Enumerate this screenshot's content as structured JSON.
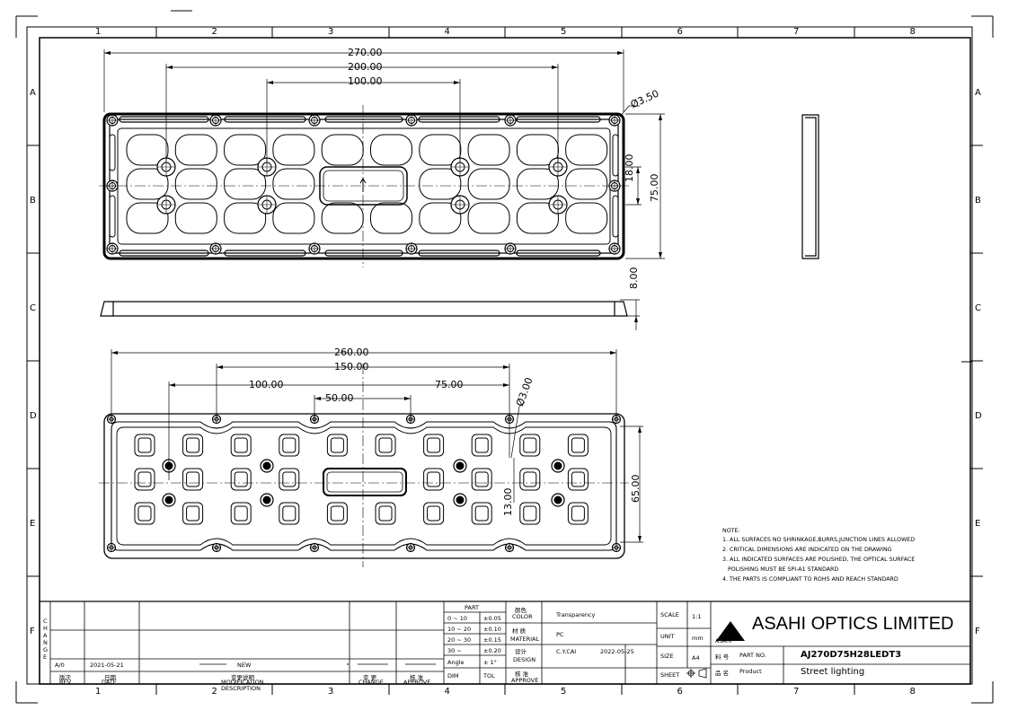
{
  "grid": {
    "columns": [
      "1",
      "2",
      "3",
      "4",
      "5",
      "6",
      "7",
      "8"
    ],
    "rows": [
      "A",
      "B",
      "C",
      "D",
      "E",
      "F"
    ]
  },
  "top_view": {
    "dims": {
      "overall_width": "270.00",
      "pitch_200": "200.00",
      "pitch_100": "100.00",
      "hole_dia": "Ø3.50",
      "pitch_18": "18.00",
      "height": "75.00",
      "thickness": "8.00"
    }
  },
  "bottom_view": {
    "dims": {
      "overall_width": "260.00",
      "pitch_150": "150.00",
      "pitch_100": "100.00",
      "pitch_50": "50.00",
      "pitch_75": "75.00",
      "hole_dia": "Ø3.00",
      "pitch_13": "13.00",
      "height": "65.00"
    }
  },
  "notes": {
    "heading": "NOTE:",
    "items": [
      "1. ALL SURFACES NO SHRINKAGE,BURRS,JUNCTION LINES ALLOWED",
      "2. CRITICAL DIMENSIONS ARE INDICATED ON THE DRAWING",
      "3. ALL INDICATED SURFACES ARE POLISHED, THE OPTICAL SURFACE",
      "   POLISHING MUST BE SPI-A1 STANDARD",
      "4. THE PARTS IS COMPLIANT TO ROHS AND REACH STANDARD"
    ]
  },
  "title_block": {
    "change_label": "C H A N G E",
    "rev_row": {
      "rev": "A/0",
      "date": "2021-05-21",
      "modification": "NEW"
    },
    "rev_headers": {
      "rev_cn": "版次",
      "rev": "REV",
      "date_cn": "日期",
      "date": "DATE",
      "mod_cn": "变更说明",
      "mod": "MODIFICATION",
      "desc": "DESCRIPTION",
      "change_cn": "变 更",
      "change": "CHANGE",
      "approve_cn": "核 准",
      "approve": "APPROVE"
    },
    "tolerance": {
      "header": "PART",
      "rows": [
        {
          "range": "0 ~ 10",
          "tol": "±0.05"
        },
        {
          "range": "10 ~ 20",
          "tol": "±0.10"
        },
        {
          "range": "20 ~ 30",
          "tol": "±0.15"
        },
        {
          "range": "30 ~",
          "tol": "±0.20"
        },
        {
          "range": "Angle",
          "tol": "± 1°"
        },
        {
          "range": "DIM",
          "tol": "TOL"
        }
      ]
    },
    "color_cn": "颜色",
    "color_label": "COLOR",
    "color_value": "Transparency",
    "material_cn": "材 质",
    "material_label": "MATERIAL",
    "material_value": "PC",
    "design_cn": "设计",
    "design_label": "DESIGN",
    "designer": "C.Y.CAI",
    "design_date": "2022-05-25",
    "approve_cn": "核 准",
    "approve_label": "APPROVE",
    "scale_label": "SCALE",
    "scale_value": "1:1",
    "unit_label": "UNIT",
    "unit_value": "mm",
    "size_label": "SIZE",
    "size_value": "A4",
    "sheet_label": "SHEET",
    "company": "ASAHI OPTICS LIMITED",
    "logo_text": "ASAHI",
    "part_no_cn": "料 号",
    "part_no_label": "PART NO.",
    "part_no_value": "AJ270D75H28LEDT3",
    "product_cn": "品 名",
    "product_label": "Product",
    "product_value": "Street lighting"
  }
}
